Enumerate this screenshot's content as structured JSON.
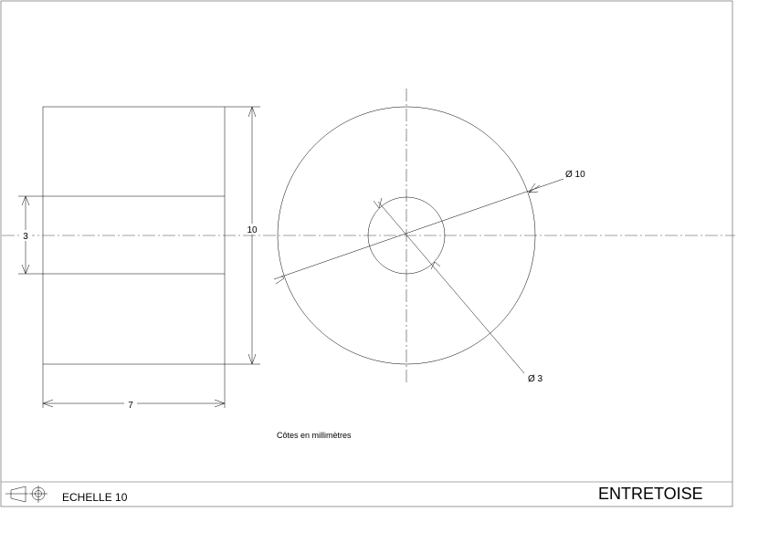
{
  "drawing": {
    "title": "ENTRETOISE",
    "scale": "ECHELLE 10",
    "units_note": "Côtes en millimètres",
    "projection_symbol": "first-angle-projection-icon"
  },
  "dimensions": {
    "width": "7",
    "height": "10",
    "bore": "3",
    "outer_diameter": "Ø 10",
    "inner_diameter": "Ø 3"
  }
}
